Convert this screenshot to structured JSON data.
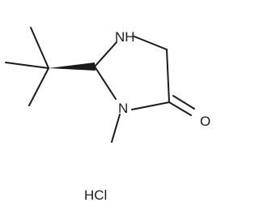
{
  "molecule": {
    "atoms": {
      "nh": "NH",
      "n_methyl": "N",
      "oxygen": "O"
    },
    "salt": "HCl"
  },
  "colors": {
    "ink": "#1a1a1a",
    "background": "#ffffff"
  }
}
